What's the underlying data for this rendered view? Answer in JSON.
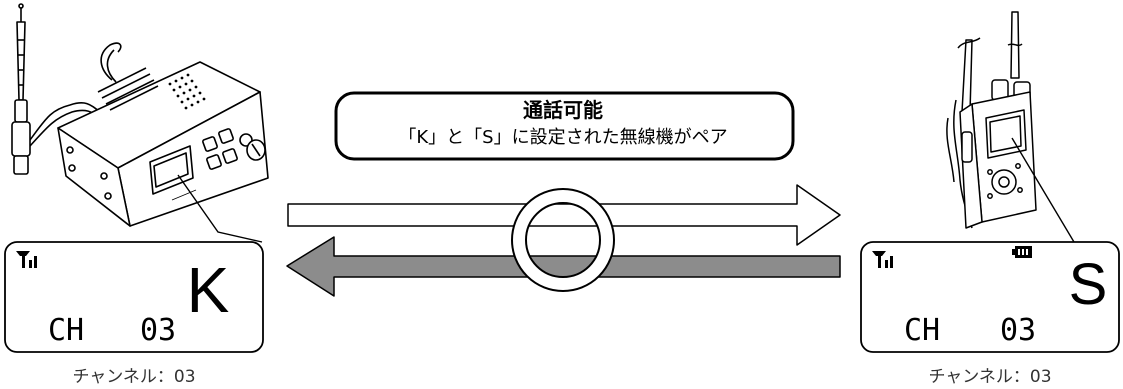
{
  "bubble": {
    "title": "通話可能",
    "subtitle": "「K」と「S」に設定された無線機がペア"
  },
  "left_display": {
    "mode_letter": "K",
    "channel_label": "CH",
    "channel_value": "03",
    "caption": "チャンネル：03"
  },
  "right_display": {
    "mode_letter": "S",
    "channel_label": "CH",
    "channel_value": "03",
    "caption": "チャンネル：03"
  },
  "icons": {
    "signal": "signal-strength-icon",
    "battery": "battery-icon",
    "pair_ring": "ring-icon"
  },
  "colors": {
    "arrow_out_fill": "#ffffff",
    "arrow_back_fill": "#8c8c8c",
    "stroke": "#000000"
  }
}
